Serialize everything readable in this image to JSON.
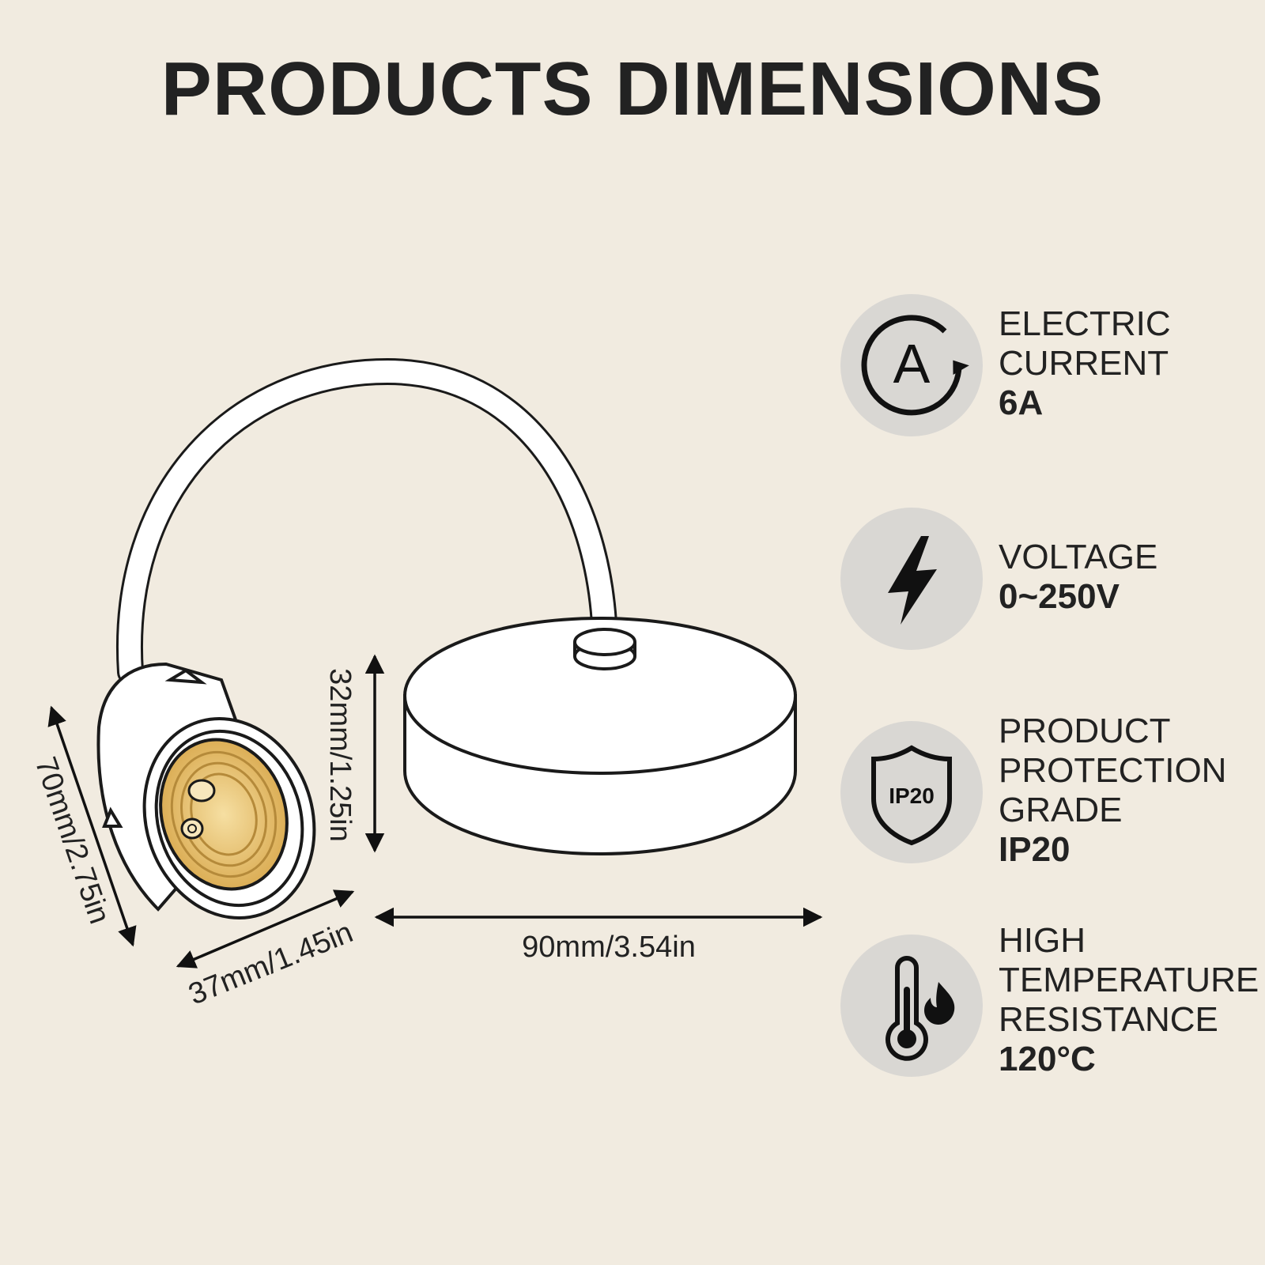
{
  "title": "PRODUCTS DIMENSIONS",
  "dimensions": {
    "height_socket": "70mm/2.75in",
    "width_socket": "37mm/1.45in",
    "height_base": "32mm/1.25in",
    "diameter_base": "90mm/3.54in"
  },
  "specs": [
    {
      "icon": "ampere-icon",
      "label_lines": [
        "ELECTRIC",
        "CURRENT"
      ],
      "value": "6A"
    },
    {
      "icon": "lightning-icon",
      "label_lines": [
        "VOLTAGE"
      ],
      "value": "0~250V"
    },
    {
      "icon": "shield-icon",
      "icon_text": "IP20",
      "label_lines": [
        "PRODUCT",
        "PROTECTION",
        "GRADE"
      ],
      "value": "IP20"
    },
    {
      "icon": "thermometer-flame-icon",
      "label_lines": [
        "HIGH",
        "TEMPERATURE",
        "RESISTANCE"
      ],
      "value": "120°C"
    }
  ],
  "colors": {
    "background": "#f1ebe0",
    "icon_circle": "#d9d7d3",
    "socket_brass": "#e8c57a",
    "ink": "#222222"
  }
}
